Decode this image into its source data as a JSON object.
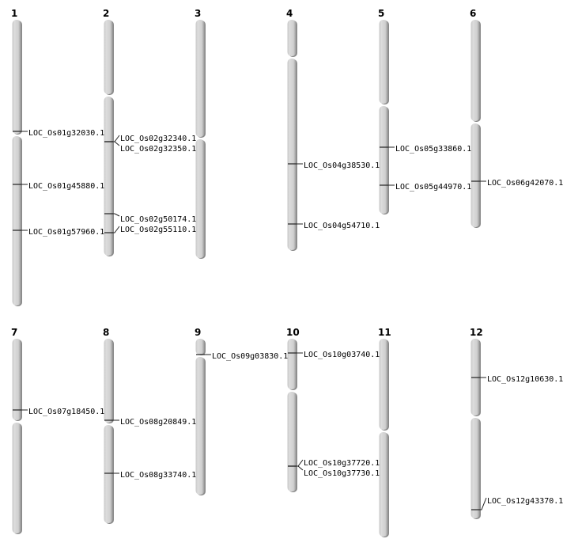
{
  "chromosomes": [
    {
      "name": "1",
      "genes": [
        "LOC_Os01g32030.1",
        "LOC_Os01g45880.1",
        "LOC_Os01g57960.1"
      ]
    },
    {
      "name": "2",
      "genes": [
        "LOC_Os02g32340.1",
        "LOC_Os02g32350.1",
        "LOC_Os02g50174.1",
        "LOC_Os02g55110.1"
      ]
    },
    {
      "name": "3",
      "genes": []
    },
    {
      "name": "4",
      "genes": [
        "LOC_Os04g38530.1",
        "LOC_Os04g54710.1"
      ]
    },
    {
      "name": "5",
      "genes": [
        "LOC_Os05g33860.1",
        "LOC_Os05g44970.1"
      ]
    },
    {
      "name": "6",
      "genes": [
        "LOC_Os06g42070.1"
      ]
    },
    {
      "name": "7",
      "genes": [
        "LOC_Os07g18450.1"
      ]
    },
    {
      "name": "8",
      "genes": [
        "LOC_Os08g20849.1",
        "LOC_Os08g33740.1"
      ]
    },
    {
      "name": "9",
      "genes": [
        "LOC_Os09g03830.1"
      ]
    },
    {
      "name": "10",
      "genes": [
        "LOC_Os10g03740.1",
        "LOC_Os10g37720.1",
        "LOC_Os10g37730.1"
      ]
    },
    {
      "name": "11",
      "genes": []
    },
    {
      "name": "12",
      "genes": [
        "LOC_Os12g10630.1",
        "LOC_Os12g43370.1"
      ]
    }
  ],
  "colors": {
    "chromosome": "#d2d2d2",
    "shadow": "#8a8a8a",
    "marker": "#000000"
  }
}
